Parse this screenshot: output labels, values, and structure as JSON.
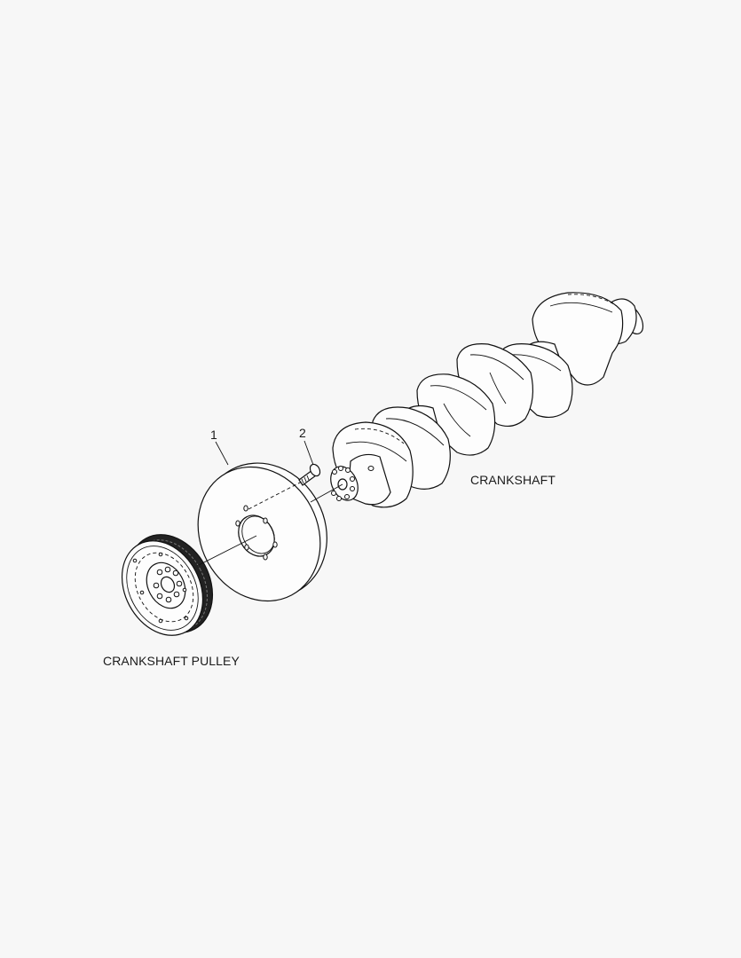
{
  "diagram": {
    "type": "exploded-parts-view",
    "background_color": "#f7f7f7",
    "line_color": "#111111"
  },
  "callouts": [
    {
      "number": "1",
      "part": "spacer-plate"
    },
    {
      "number": "2",
      "part": "bolt"
    }
  ],
  "labels": {
    "crankshaft": "CRANKSHAFT",
    "crankshaft_pulley": "CRANKSHAFT PULLEY"
  }
}
